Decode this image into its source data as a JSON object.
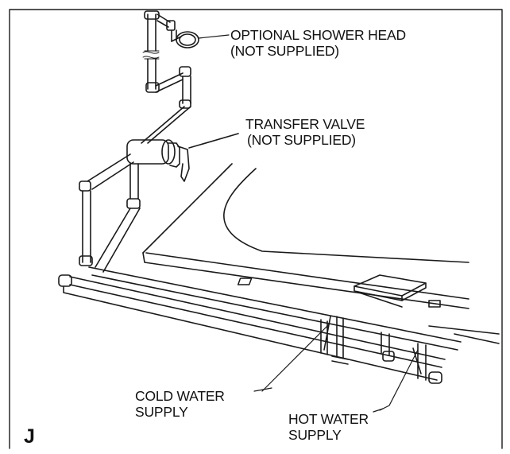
{
  "labels": {
    "shower_head": [
      "OPTIONAL SHOWER HEAD",
      "(NOT SUPPLIED)"
    ],
    "transfer_valve": [
      "TRANSFER VALVE",
      "(NOT SUPPLIED)"
    ],
    "cold_water": [
      "COLD WATER",
      "SUPPLY"
    ],
    "hot_water": [
      "HOT WATER",
      "SUPPLY"
    ]
  },
  "figure_letter": "J"
}
